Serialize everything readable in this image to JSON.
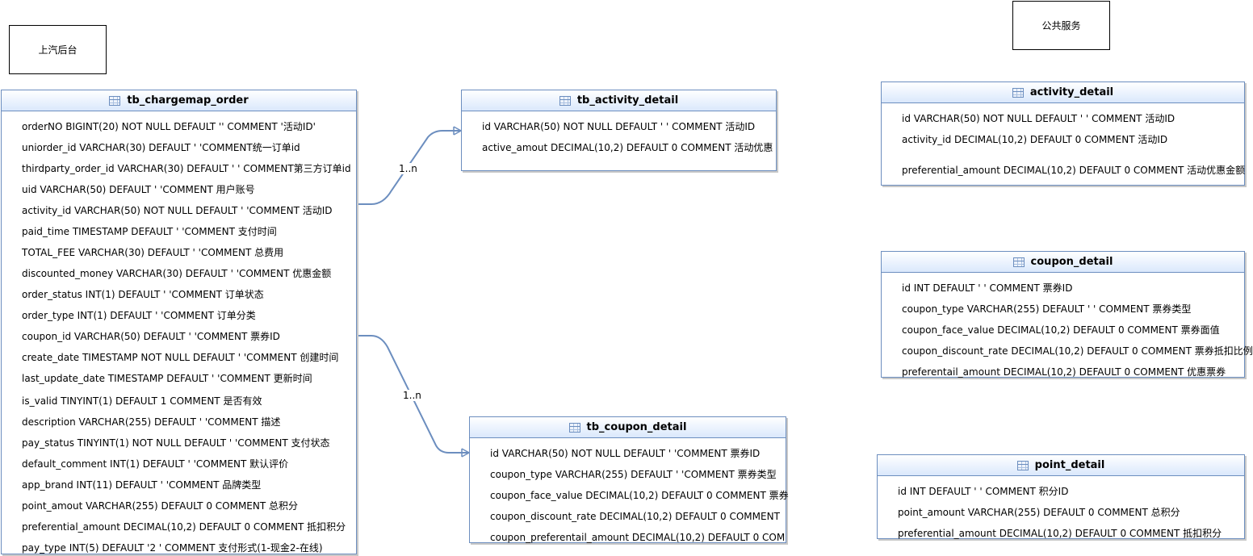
{
  "labels": {
    "left_system": "上汽后台",
    "right_system": "公共服务"
  },
  "relations": {
    "activity": "1..n",
    "coupon": "1..n"
  },
  "tables": {
    "chargemap_order": {
      "title": "tb_chargemap_order",
      "rows": [
        "orderNO BIGINT(20) NOT NULL DEFAULT '' COMMENT '活动ID'",
        "uniorder_id VARCHAR(30) DEFAULT ' 'COMMENT统一订单id",
        "thirdparty_order_id VARCHAR(30) DEFAULT ' ' COMMENT第三方订单id",
        "uid VARCHAR(50) DEFAULT ' 'COMMENT 用户账号",
        "activity_id VARCHAR(50) NOT NULL DEFAULT ' 'COMMENT 活动ID",
        "paid_time TIMESTAMP DEFAULT ' 'COMMENT 支付时间",
        "TOTAL_FEE VARCHAR(30) DEFAULT ' 'COMMENT 总费用",
        "discounted_money VARCHAR(30) DEFAULT ' 'COMMENT 优惠金额",
        "order_status INT(1) DEFAULT ' 'COMMENT 订单状态",
        "order_type INT(1) DEFAULT ' 'COMMENT 订单分类",
        "coupon_id VARCHAR(50) DEFAULT ' 'COMMENT 票券ID",
        "create_date TIMESTAMP NOT NULL DEFAULT ' 'COMMENT 创建时间",
        "last_update_date TIMESTAMP DEFAULT ' 'COMMENT 更新时间",
        "is_valid TINYINT(1) DEFAULT 1 COMMENT 是否有效",
        "description VARCHAR(255) DEFAULT ' 'COMMENT 描述",
        "pay_status TINYINT(1) NOT NULL DEFAULT ' 'COMMENT 支付状态",
        "default_comment INT(1) DEFAULT ' 'COMMENT 默认评价",
        "app_brand INT(11) DEFAULT ' 'COMMENT 品牌类型",
        "point_amout VARCHAR(255) DEFAULT 0 COMMENT 总积分",
        "preferential_amount DECIMAL(10,2) DEFAULT 0 COMMENT 抵扣积分",
        "pay_type INT(5) DEFAULT '2 ' COMMENT 支付形式(1-现金2-在线)"
      ]
    },
    "tb_activity_detail": {
      "title": "tb_activity_detail",
      "rows": [
        "id VARCHAR(50) NOT NULL DEFAULT ' ' COMMENT 活动ID",
        "active_amout DECIMAL(10,2) DEFAULT 0 COMMENT 活动优惠"
      ]
    },
    "tb_coupon_detail": {
      "title": "tb_coupon_detail",
      "rows": [
        "id VARCHAR(50) NOT NULL DEFAULT ' 'COMMENT 票券ID",
        "coupon_type VARCHAR(255) DEFAULT ' 'COMMENT 票券类型",
        "coupon_face_value DECIMAL(10,2) DEFAULT 0 COMMENT 票券",
        "coupon_discount_rate DECIMAL(10,2) DEFAULT 0 COMMENT",
        "coupon_preferentail_amount DECIMAL(10,2) DEFAULT 0 COM"
      ]
    },
    "activity_detail": {
      "title": "activity_detail",
      "rows": [
        "id VARCHAR(50) NOT NULL DEFAULT ' ' COMMENT 活动ID",
        "activity_id DECIMAL(10,2) DEFAULT 0 COMMENT 活动ID",
        "preferential_amount DECIMAL(10,2) DEFAULT 0 COMMENT 活动优惠金额"
      ]
    },
    "coupon_detail": {
      "title": "coupon_detail",
      "rows": [
        "id INT DEFAULT ' ' COMMENT 票券ID",
        "coupon_type VARCHAR(255) DEFAULT ' ' COMMENT 票券类型",
        "coupon_face_value DECIMAL(10,2) DEFAULT 0 COMMENT 票券面值",
        "coupon_discount_rate DECIMAL(10,2) DEFAULT 0 COMMENT 票券抵扣比例",
        "preferentail_amount DECIMAL(10,2) DEFAULT 0 COMMENT 优惠票券"
      ]
    },
    "point_detail": {
      "title": "point_detail",
      "rows": [
        "id INT DEFAULT ' ' COMMENT 积分ID",
        "point_amount VARCHAR(255) DEFAULT 0 COMMENT 总积分",
        "preferential_amount DECIMAL(10,2) DEFAULT 0 COMMENT 抵扣积分"
      ]
    }
  }
}
